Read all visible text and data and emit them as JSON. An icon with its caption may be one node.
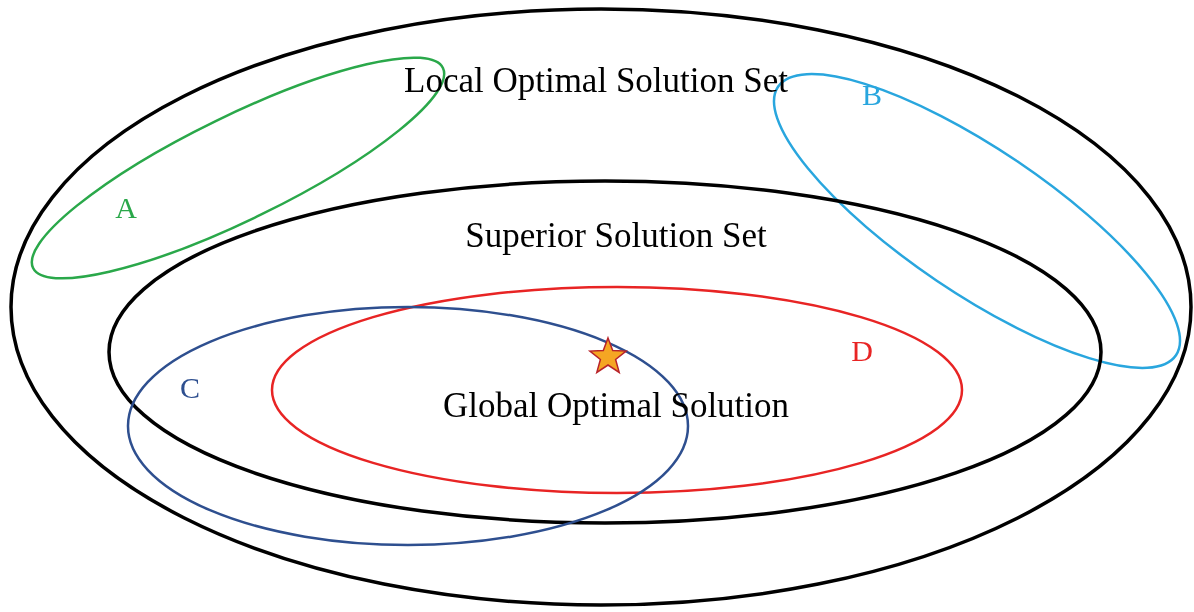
{
  "diagram": {
    "nodes": [
      {
        "text": [
          "Local Optimal Solution Set"
        ]
      },
      {
        "text": [
          "A"
        ],
        "in": 0
      },
      {
        "text": [
          "B"
        ],
        "in": 0
      },
      {
        "text": [
          "Superior Solution Set"
        ],
        "in": 0
      },
      {
        "text": [
          "C"
        ],
        "in": 0
      },
      {
        "text": [
          "D"
        ],
        "in": 3
      },
      {
        "text": [
          "Global Optimal Solution"
        ]
      }
    ]
  }
}
